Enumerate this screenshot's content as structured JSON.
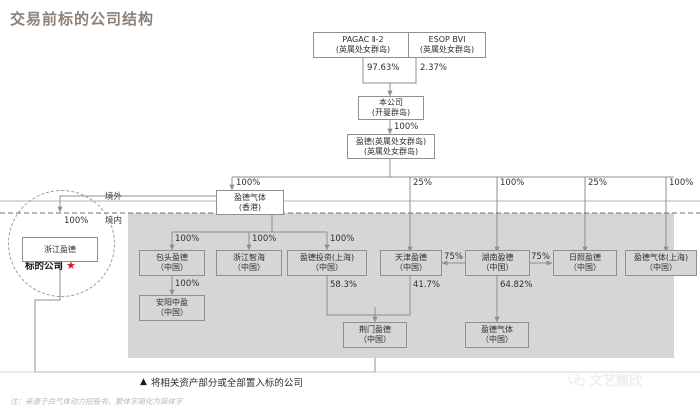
{
  "title": "交易前标的公司结构",
  "regions": {
    "offshore": "境外",
    "onshore": "境内"
  },
  "target": {
    "label": "标的公司",
    "star": "★"
  },
  "legend": {
    "marker": "▲",
    "text": "将相关资产部分或全部置入标的公司"
  },
  "note": "注：来源于白气体动力招股书，繁体字简化为简体字",
  "watermark": {
    "name": "文艺馥欣",
    "icon": "wechat-icon"
  },
  "colors": {
    "title": "#8c8178",
    "panel": "#d6d6d6",
    "line": "#8f8f8f",
    "star": "#d7181f",
    "box_border": "#8f8f8f"
  },
  "nodes": [
    {
      "id": "pagac",
      "l1": "PAGAC Ⅱ-2",
      "l2": "(英属处女群岛)"
    },
    {
      "id": "esop",
      "l1": "ESOP BVI",
      "l2": "(英属处女群岛)"
    },
    {
      "id": "company",
      "l1": "本公司",
      "l2": "(开曼群岛)"
    },
    {
      "id": "yingde_bvi",
      "l1": "盈德(英属处女群岛)",
      "l2": "(英属处女群岛)"
    },
    {
      "id": "yingde_hk",
      "l1": "盈德气体",
      "l2": "(香港)"
    },
    {
      "id": "zhejiang_yd",
      "l1": "浙江盈德",
      "l2": ""
    },
    {
      "id": "baotou",
      "l1": "包头盈德",
      "l2": "（中国）"
    },
    {
      "id": "zhihai",
      "l1": "浙江智海",
      "l2": "（中国）"
    },
    {
      "id": "yd_invest_sh",
      "l1": "盈德投资(上海)",
      "l2": "（中国）"
    },
    {
      "id": "tianjin",
      "l1": "天津盈德",
      "l2": "（中国）"
    },
    {
      "id": "hunan",
      "l1": "湖南盈德",
      "l2": "（中国）"
    },
    {
      "id": "rizhao",
      "l1": "日照盈德",
      "l2": "（中国）"
    },
    {
      "id": "yd_gas_sh",
      "l1": "盈德气体(上海)",
      "l2": "（中国）"
    },
    {
      "id": "anyang",
      "l1": "安阳中盈",
      "l2": "（中国）"
    },
    {
      "id": "jingmen",
      "l1": "荆门盈德",
      "l2": "（中国）"
    },
    {
      "id": "yd_gas_cn",
      "l1": "盈德气体",
      "l2": "（中国）"
    }
  ],
  "edges": [
    {
      "id": "pagac-company",
      "from": "pagac",
      "to": "company",
      "pct": "97.63%"
    },
    {
      "id": "esop-company",
      "from": "esop",
      "to": "company",
      "pct": "2.37%"
    },
    {
      "id": "company-yingdebvi",
      "from": "company",
      "to": "yingde_bvi",
      "pct": "100%"
    },
    {
      "id": "yingdebvi-hk",
      "from": "yingde_bvi",
      "to": "yingde_hk",
      "pct": "100%"
    },
    {
      "id": "yingdebvi-tianjin",
      "from": "yingde_bvi",
      "to": "tianjin",
      "pct": "25%"
    },
    {
      "id": "yingdebvi-hunan",
      "from": "yingde_bvi",
      "to": "hunan",
      "pct": "100%"
    },
    {
      "id": "yingdebvi-rizhao",
      "from": "yingde_bvi",
      "to": "rizhao",
      "pct": "25%"
    },
    {
      "id": "yingdebvi-ydgassh",
      "from": "yingde_bvi",
      "to": "yd_gas_sh",
      "pct": "100%"
    },
    {
      "id": "hk-zhejiangyd",
      "from": "yingde_hk",
      "to": "zhejiang_yd",
      "pct": "100%"
    },
    {
      "id": "hk-baotou",
      "from": "yingde_hk",
      "to": "baotou",
      "pct": "100%"
    },
    {
      "id": "hk-zhihai",
      "from": "yingde_hk",
      "to": "zhihai",
      "pct": "100%"
    },
    {
      "id": "hk-ydinvestsh",
      "from": "yingde_hk",
      "to": "yd_invest_sh",
      "pct": "100%"
    },
    {
      "id": "baotou-anyang",
      "from": "baotou",
      "to": "anyang",
      "pct": "100%"
    },
    {
      "id": "ydinvestsh-jingmen",
      "from": "yd_invest_sh",
      "to": "jingmen",
      "pct": "58.3%"
    },
    {
      "id": "tianjin-jingmen",
      "from": "tianjin",
      "to": "jingmen",
      "pct": "41.7%"
    },
    {
      "id": "hunan-tianjin",
      "from": "hunan",
      "to": "tianjin",
      "pct": "75%"
    },
    {
      "id": "hunan-rizhao",
      "from": "hunan",
      "to": "rizhao",
      "pct": "75%"
    },
    {
      "id": "hunan-ydgascn",
      "from": "hunan",
      "to": "yd_gas_cn",
      "pct": "64.82%"
    }
  ]
}
